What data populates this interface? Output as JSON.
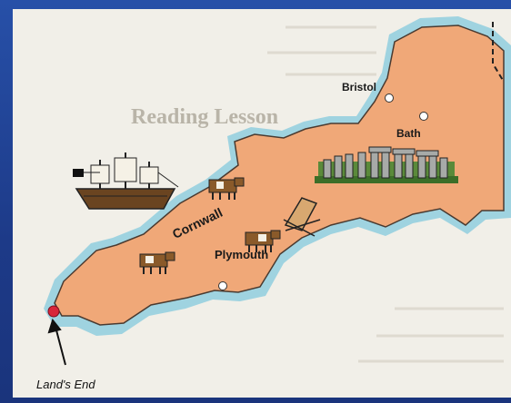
{
  "map": {
    "places": {
      "bristol": "Bristol",
      "bath": "Bath",
      "cornwall": "Cornwall",
      "plymouth": "Plymouth",
      "lands_end": "Land's End"
    },
    "background_text": {
      "heading": "Reading Lesson"
    },
    "colors": {
      "land": "#f0a878",
      "sea_ring": "#9fd3e0",
      "frame": "#1f3e8c",
      "page": "#f1efe8",
      "city_marker": "#ffffff",
      "lands_end_marker": "#d8263a"
    },
    "icons": [
      "ship-icon",
      "cow-icon",
      "stonehenge-icon",
      "deckchair-icon",
      "arrow-icon"
    ]
  }
}
